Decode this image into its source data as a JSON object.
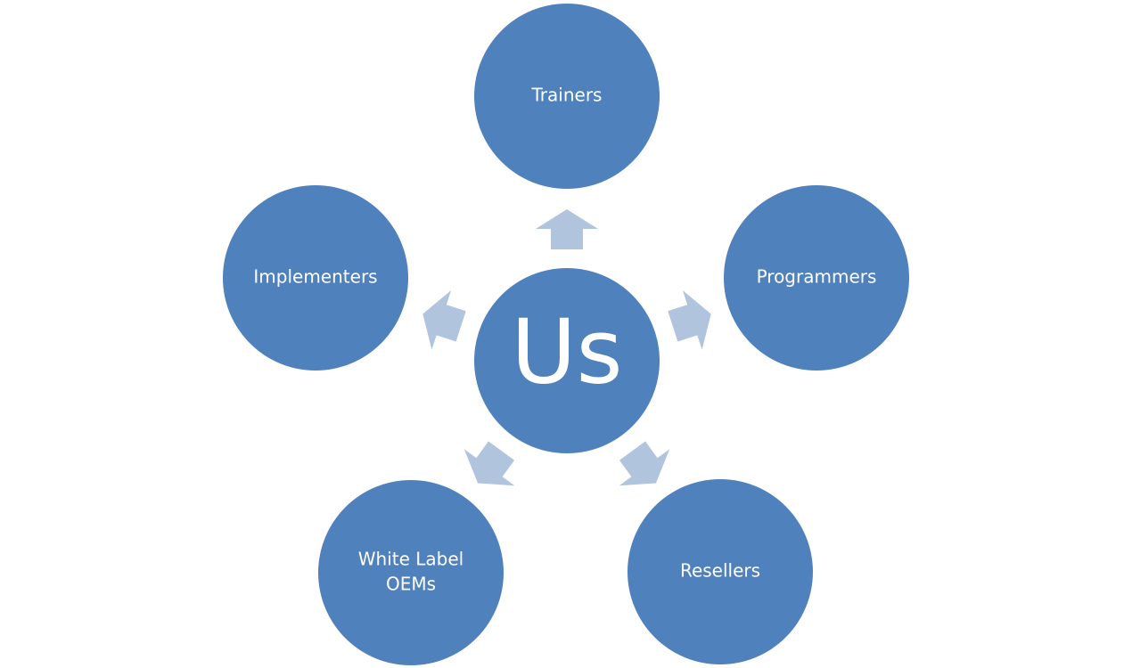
{
  "colors": {
    "node": "#4f81bd",
    "arrow": "#b0c4de",
    "text": "#ffffff",
    "background": "#ffffff"
  },
  "center": {
    "label": "Us"
  },
  "nodes": [
    {
      "id": "trainers",
      "lines": [
        "Trainers"
      ]
    },
    {
      "id": "programmers",
      "lines": [
        "Programmers"
      ]
    },
    {
      "id": "resellers",
      "lines": [
        "Resellers"
      ]
    },
    {
      "id": "white-label-oems",
      "lines": [
        "White Label",
        "OEMs"
      ]
    },
    {
      "id": "implementers",
      "lines": [
        "Implementers"
      ]
    }
  ]
}
